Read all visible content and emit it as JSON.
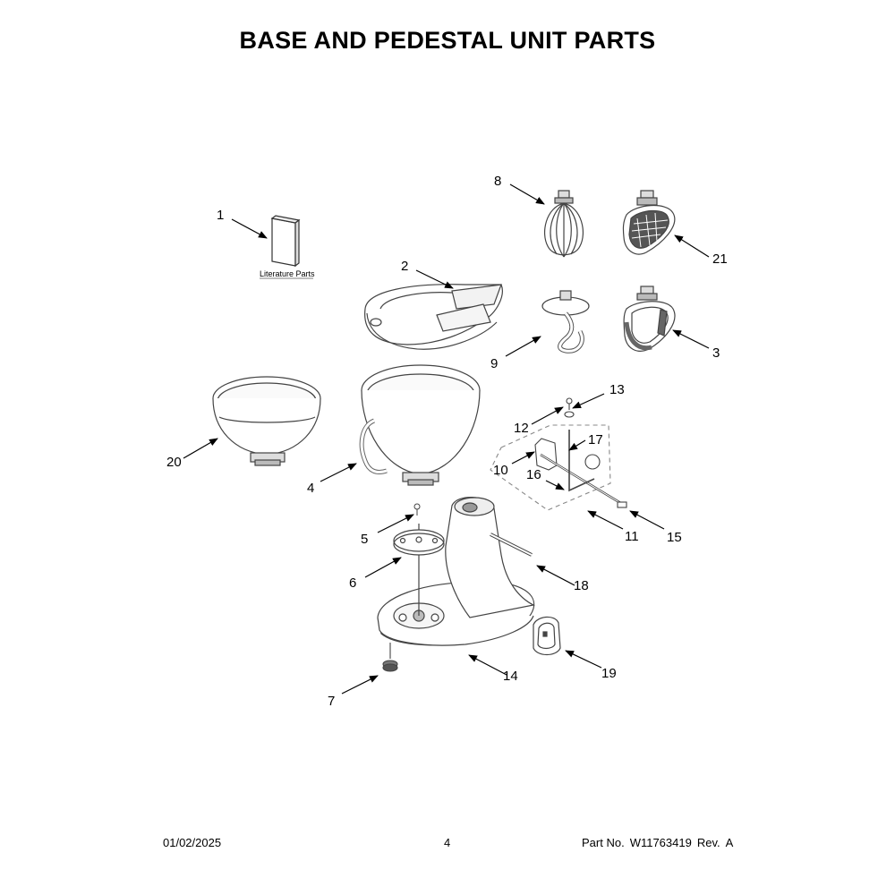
{
  "title": "BASE AND PEDESTAL UNIT PARTS",
  "literature_label": "Literature Parts",
  "callouts": [
    "1",
    "2",
    "3",
    "4",
    "5",
    "6",
    "7",
    "8",
    "9",
    "10",
    "11",
    "12",
    "13",
    "14",
    "15",
    "16",
    "17",
    "18",
    "19",
    "20",
    "21"
  ],
  "footer": {
    "date": "01/02/2025",
    "page": "4",
    "part_label": "Part No.",
    "part_number": "W11763419",
    "rev_label": "Rev.",
    "rev": "A"
  }
}
